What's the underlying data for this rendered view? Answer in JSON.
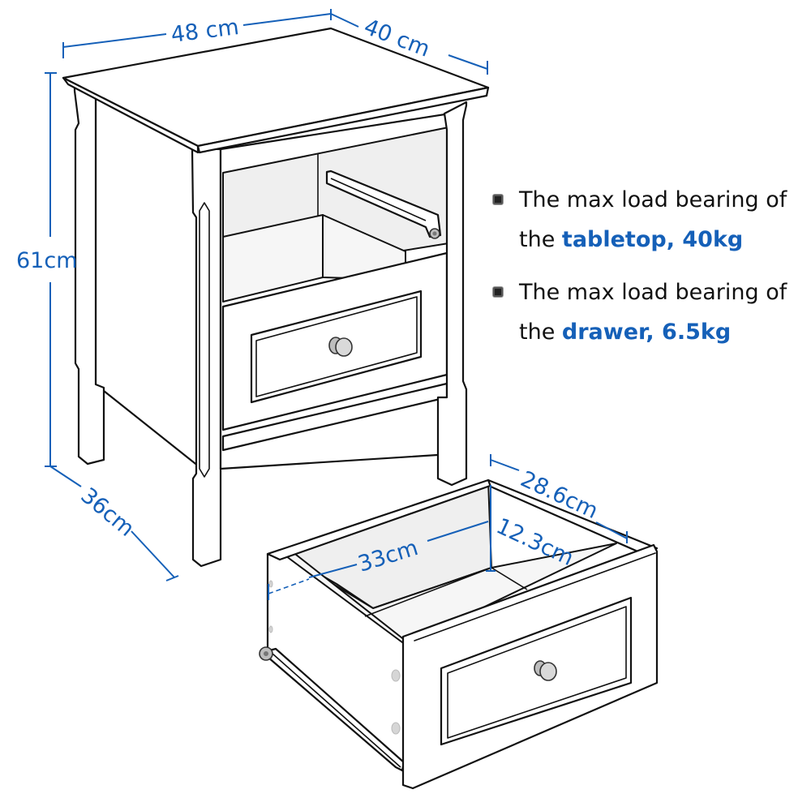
{
  "dimensions": {
    "width": "48 cm",
    "depth_top": "40 cm",
    "height": "61cm",
    "depth_side": "36cm",
    "drawer_width": "28.6cm",
    "drawer_depth": "33cm",
    "drawer_height": "12.3cm"
  },
  "notes": [
    {
      "prefix": "The max load bearing of the ",
      "highlight": "tabletop, 40kg"
    },
    {
      "prefix": "The max load bearing of the ",
      "highlight": "drawer, 6.5kg"
    }
  ],
  "colors": {
    "accent": "#1560b8",
    "line": "#111111",
    "background": "#ffffff"
  },
  "icons": {
    "bullet": "square-bullet-icon",
    "knob": "drawer-knob-icon",
    "rail": "drawer-slide-rail-icon"
  }
}
